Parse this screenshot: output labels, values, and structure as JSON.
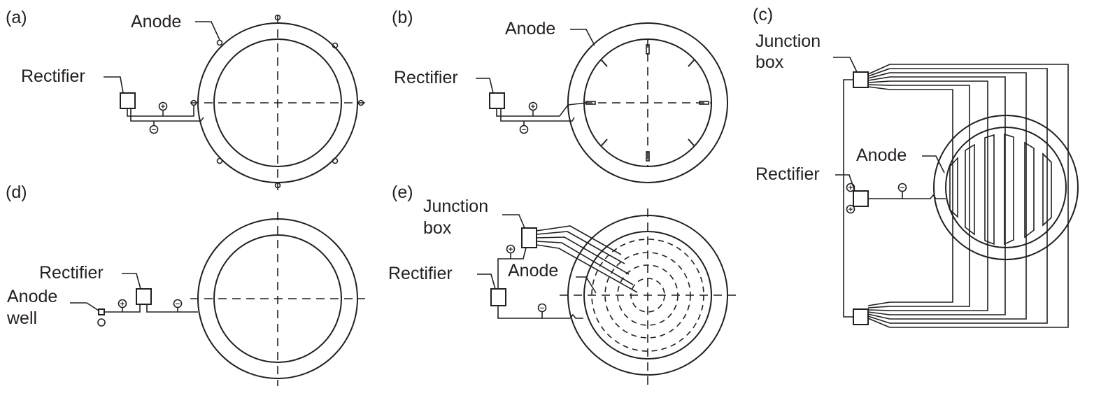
{
  "panels": {
    "a": {
      "letter": "(a)",
      "anode": "Anode",
      "rectifier": "Rectifier",
      "plus": "+",
      "minus": "−"
    },
    "b": {
      "letter": "(b)",
      "anode": "Anode",
      "rectifier": "Rectifier",
      "plus": "+",
      "minus": "−"
    },
    "c": {
      "letter": "(c)",
      "junction_line1": "Junction",
      "junction_line2": "box",
      "anode": "Anode",
      "rectifier": "Rectifier",
      "plus": "+",
      "minus": "−"
    },
    "d": {
      "letter": "(d)",
      "rectifier": "Rectifier",
      "anode_well_line1": "Anode",
      "anode_well_line2": "well",
      "plus": "+",
      "minus": "−"
    },
    "e": {
      "letter": "(e)",
      "junction_line1": "Junction",
      "junction_line2": "box",
      "rectifier": "Rectifier",
      "anode": "Anode",
      "plus": "+",
      "minus": "−"
    }
  }
}
